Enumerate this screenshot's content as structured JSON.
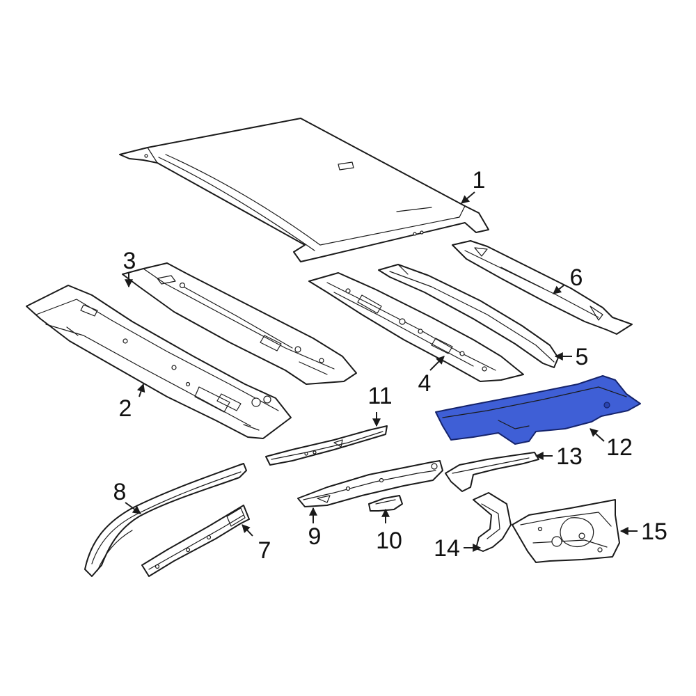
{
  "colors": {
    "line": "#1a1a1a",
    "highlight_fill": "#3f5fd6",
    "highlight_stroke": "#15236b",
    "background": "#ffffff"
  },
  "highlighted_part": "12",
  "callouts": {
    "c1": "1",
    "c2": "2",
    "c3": "3",
    "c4": "4",
    "c5": "5",
    "c6": "6",
    "c7": "7",
    "c8": "8",
    "c9": "9",
    "c10": "10",
    "c11": "11",
    "c12": "12",
    "c13": "13",
    "c14": "14",
    "c15": "15"
  }
}
